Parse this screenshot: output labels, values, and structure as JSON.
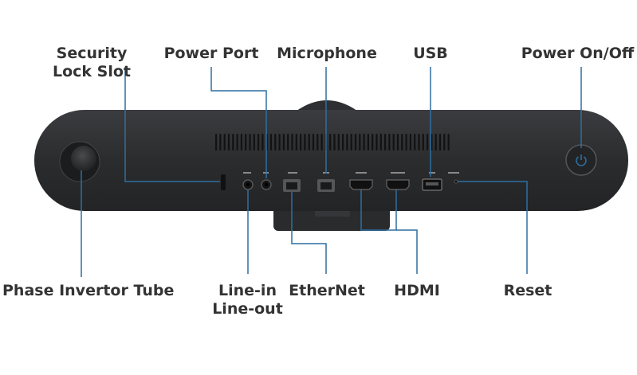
{
  "colors": {
    "body": "#2b2c2e",
    "body_edge": "#3a3b3e",
    "leader": "#2e6fa0",
    "label": "#333333",
    "port_label": "#7a7a7a"
  },
  "labels": {
    "security_lock_slot": {
      "line1": "Security",
      "line2": "Lock Slot"
    },
    "power_port": "Power Port",
    "microphone": "Microphone",
    "usb": "USB",
    "power_on_off": "Power On/Off",
    "phase_invertor_tube": "Phase Invertor Tube",
    "line_in_out": {
      "line1": "Line-in",
      "line2": "Line-out"
    },
    "ethernet": "EtherNet",
    "hdmi": "HDMI",
    "reset": "Reset"
  },
  "icons": {
    "power_button": "power-symbol-icon",
    "phase_tube": "circle-port-icon"
  }
}
